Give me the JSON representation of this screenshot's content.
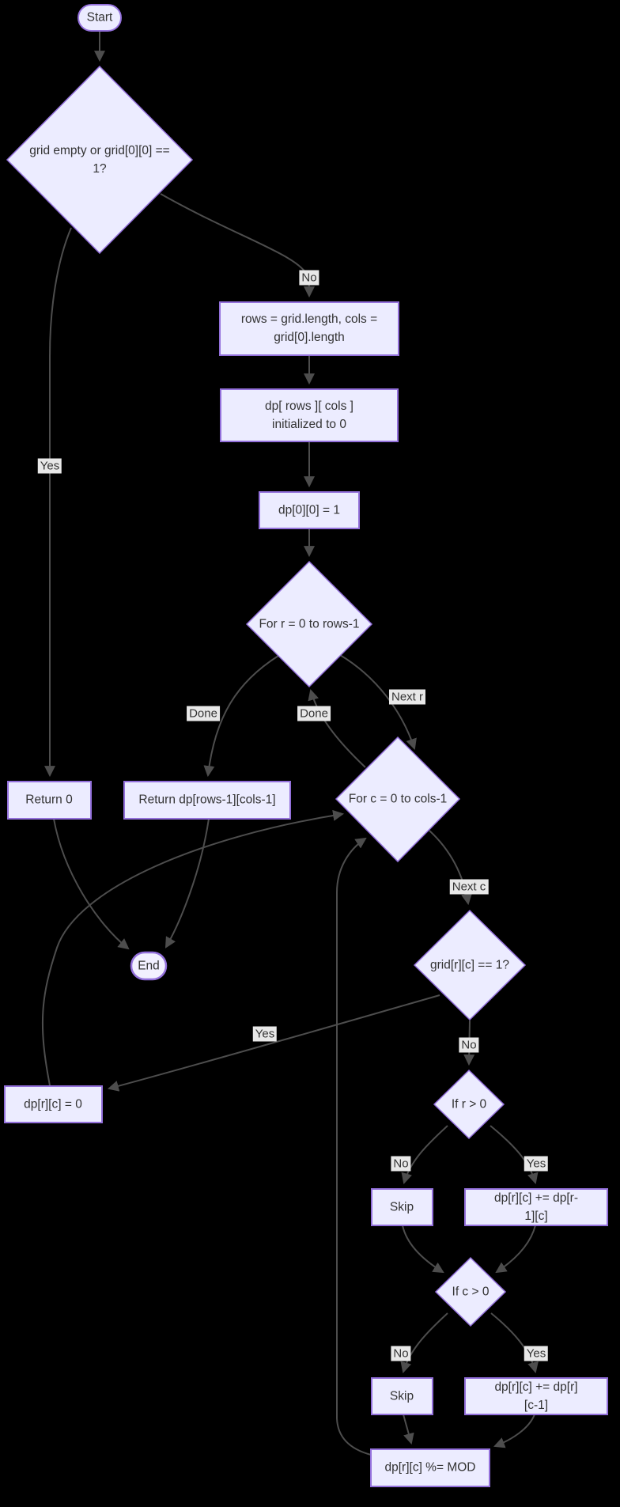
{
  "diagram": {
    "type": "flowchart",
    "colors": {
      "background": "#000000",
      "node_fill": "#ECECFF",
      "node_border": "#9370DB",
      "edge_color": "#4d4d4d",
      "edge_label_background": "#e8e8e8",
      "text_color": "#333333"
    },
    "nodes": {
      "start": {
        "label": "Start"
      },
      "check_empty": {
        "label": "grid empty or grid[0][0] ==\n1?"
      },
      "init_dims": {
        "label": "rows = grid.length, cols =\ngrid[0].length"
      },
      "init_dp": {
        "label": "dp[ rows ][ cols ]\ninitialized to 0"
      },
      "seed_dp": {
        "label": "dp[0][0] = 1"
      },
      "loop_rows": {
        "label": "For r = 0 to rows-1"
      },
      "return_zero": {
        "label": "Return 0"
      },
      "return_result": {
        "label": "Return dp[rows-1][cols-1]"
      },
      "loop_cols": {
        "label": "For c = 0 to cols-1"
      },
      "end": {
        "label": "End"
      },
      "check_obstacle": {
        "label": "grid[r][c] == 1?"
      },
      "set_zero": {
        "label": "dp[r][c] = 0"
      },
      "check_row": {
        "label": "If r > 0"
      },
      "skip_row": {
        "label": "Skip"
      },
      "add_from_top": {
        "label": "dp[r][c] += dp[r-1][c]"
      },
      "check_col": {
        "label": "If c > 0"
      },
      "skip_col": {
        "label": "Skip"
      },
      "add_from_left": {
        "label": "dp[r][c] += dp[r][c-1]"
      },
      "apply_mod": {
        "label": "dp[r][c] %= MOD"
      }
    },
    "edge_labels": {
      "no_empty": "No",
      "yes_empty": "Yes",
      "done_rows": "Done",
      "next_r": "Next r",
      "done_cols": "Done",
      "next_c": "Next c",
      "no_obstacle": "No",
      "yes_obstacle": "Yes",
      "no_row": "No",
      "yes_row": "Yes",
      "no_col": "No",
      "yes_col": "Yes"
    }
  }
}
